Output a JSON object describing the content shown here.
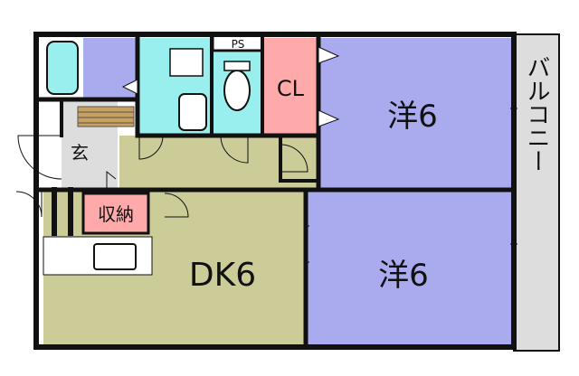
{
  "rooms": {
    "western_room_1": "洋6",
    "western_room_2": "洋6",
    "dining_kitchen": "DK6",
    "closet": "CL",
    "pipe_space": "PS",
    "entrance": "玄",
    "storage": "収納",
    "balcony": "バルコニー"
  },
  "colors": {
    "western_room": "#aaaaee",
    "dining_kitchen": "#cccc99",
    "entrance_hall": "#dddddd",
    "bath_toilet": "#99eeee",
    "closet": "#ffaaaa",
    "storage": "#ffaaaa",
    "balcony": "#dddddd",
    "wall": "#111111"
  }
}
